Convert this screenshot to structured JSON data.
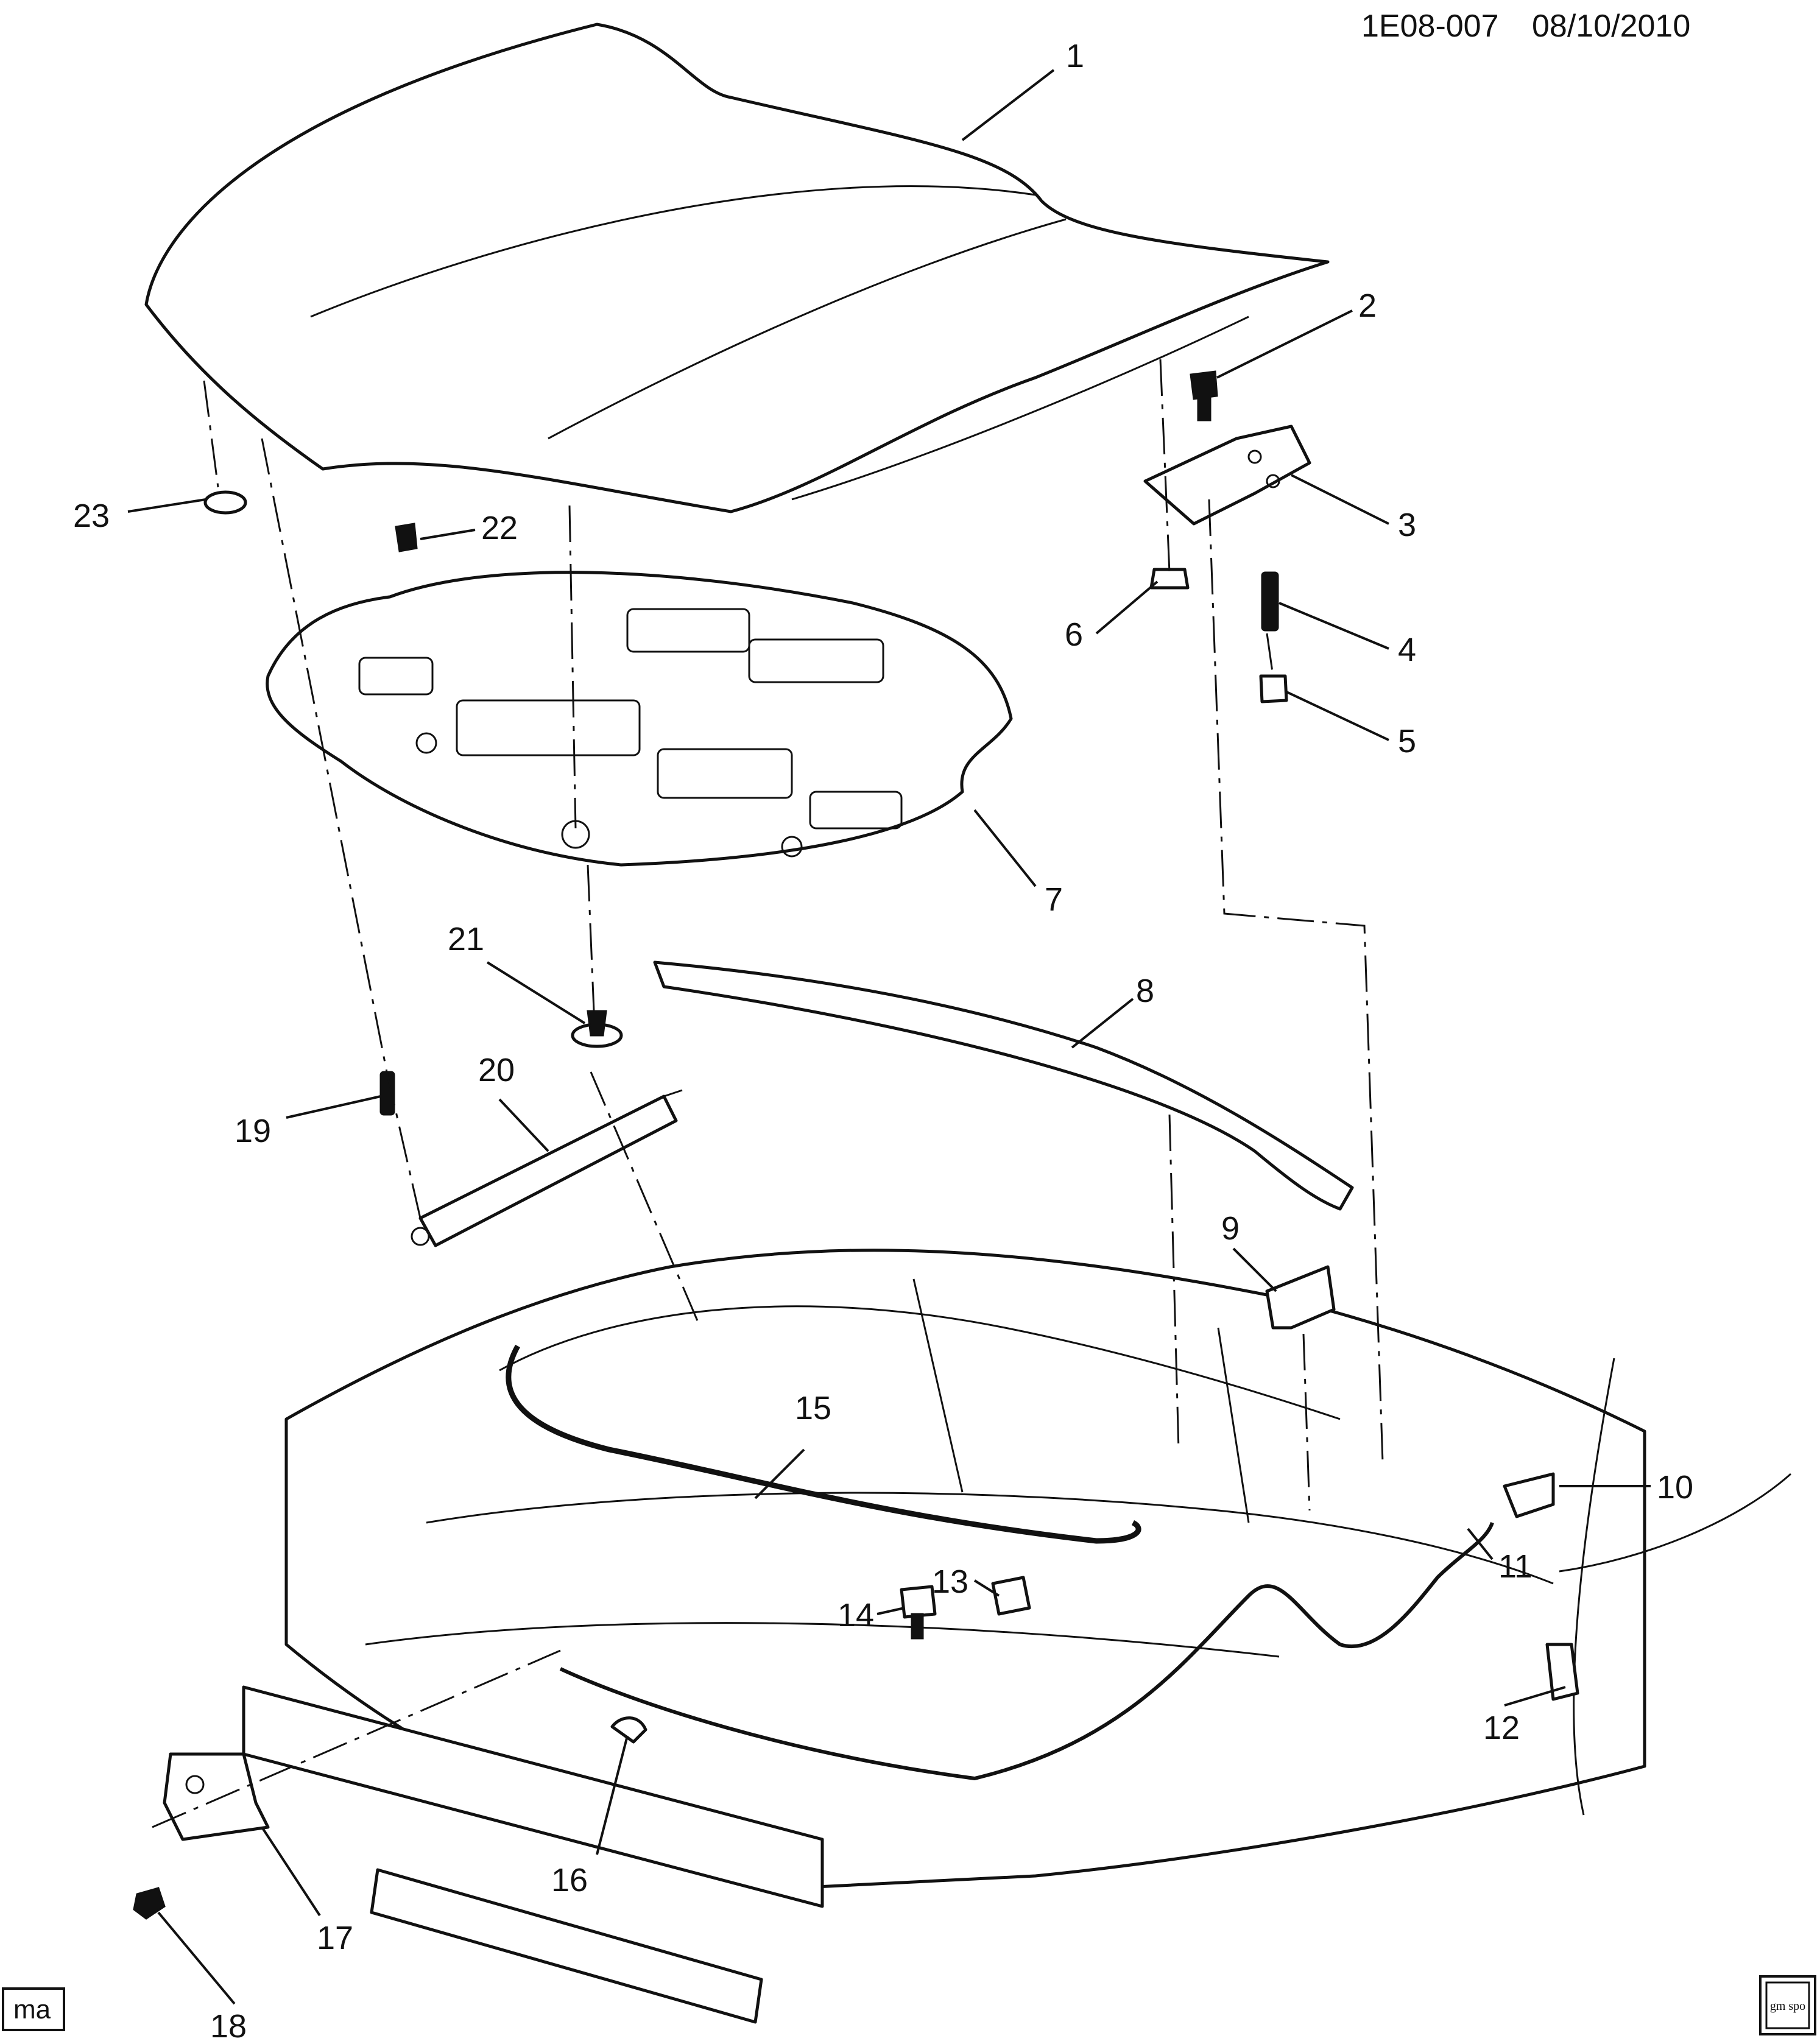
{
  "header": {
    "diagram_id": "1E08-007",
    "date": "08/10/2010"
  },
  "footer": {
    "left_tag": "ma",
    "logo": "gm spo"
  },
  "callouts": [
    "1",
    "2",
    "3",
    "4",
    "5",
    "6",
    "7",
    "8",
    "9",
    "10",
    "11",
    "12",
    "13",
    "14",
    "15",
    "16",
    "17",
    "18",
    "19",
    "20",
    "21",
    "22",
    "23"
  ]
}
